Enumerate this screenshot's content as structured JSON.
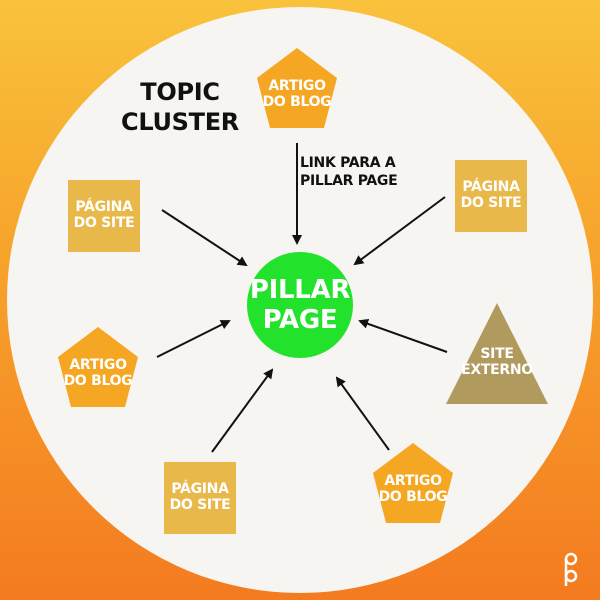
{
  "title": "TOPIC\nCLUSTER",
  "center": {
    "label": "PILLAR\nPAGE"
  },
  "link_label": "LINK PARA A\nPILLAR PAGE",
  "nodes": {
    "blog_top": "ARTIGO\nDO BLOG",
    "site_left_top": "PÁGINA\nDO SITE",
    "site_right_top": "PÁGINA\nDO SITE",
    "blog_left": "ARTIGO\nDO BLOG",
    "external": "SITE\nEXTERNO",
    "site_bottom": "PÁGINA\nDO SITE",
    "blog_bottom_right": "ARTIGO\nDO BLOG"
  },
  "colors": {
    "orange_node": "#f5a623",
    "yellow_node": "#e8b94a",
    "external_node": "#b09a5e",
    "center_node": "#22e22c",
    "circle": "#f7f5f2"
  },
  "logo": {
    "icon": "brand-logo-icon"
  }
}
